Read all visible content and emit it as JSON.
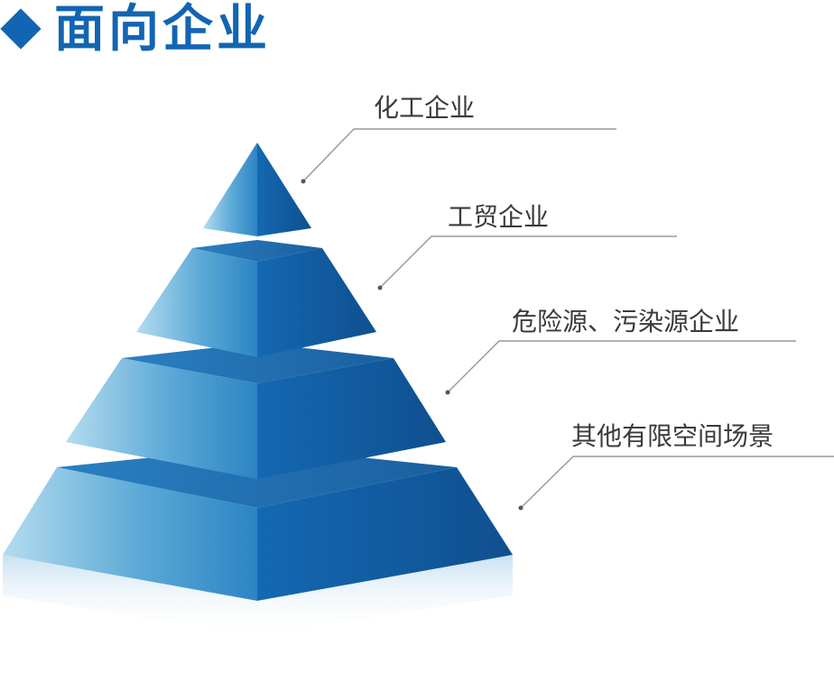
{
  "header": {
    "title": "面向企业",
    "accent_color": "#1265b3"
  },
  "pyramid": {
    "levels": [
      {
        "label": "化工企业"
      },
      {
        "label": "工贸企业"
      },
      {
        "label": "危险源、污染源企业"
      },
      {
        "label": "其他有限空间场景"
      }
    ],
    "colors": {
      "light": "#a6d3ea",
      "mid": "#2f86c4",
      "dark": "#1461a6",
      "top": "#1f74b9"
    }
  }
}
